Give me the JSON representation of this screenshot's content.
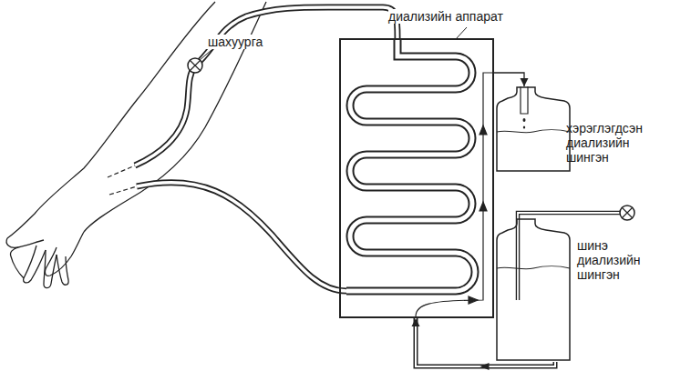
{
  "diagram": {
    "nodes": [
      {
        "text": [
          "диализийн аппарат"
        ]
      },
      {
        "text": [
          "хэрэглэгдсэн диализийн шингэн"
        ]
      },
      {
        "text": [
          "шинэ диализийн шингэн"
        ]
      }
    ],
    "edges": [
      {
        "from": 2,
        "to": 0,
        "arrow": "to"
      },
      {
        "from": 0,
        "to": 1,
        "arrow": "to"
      }
    ],
    "labels": [
      "шахуурга"
    ]
  }
}
